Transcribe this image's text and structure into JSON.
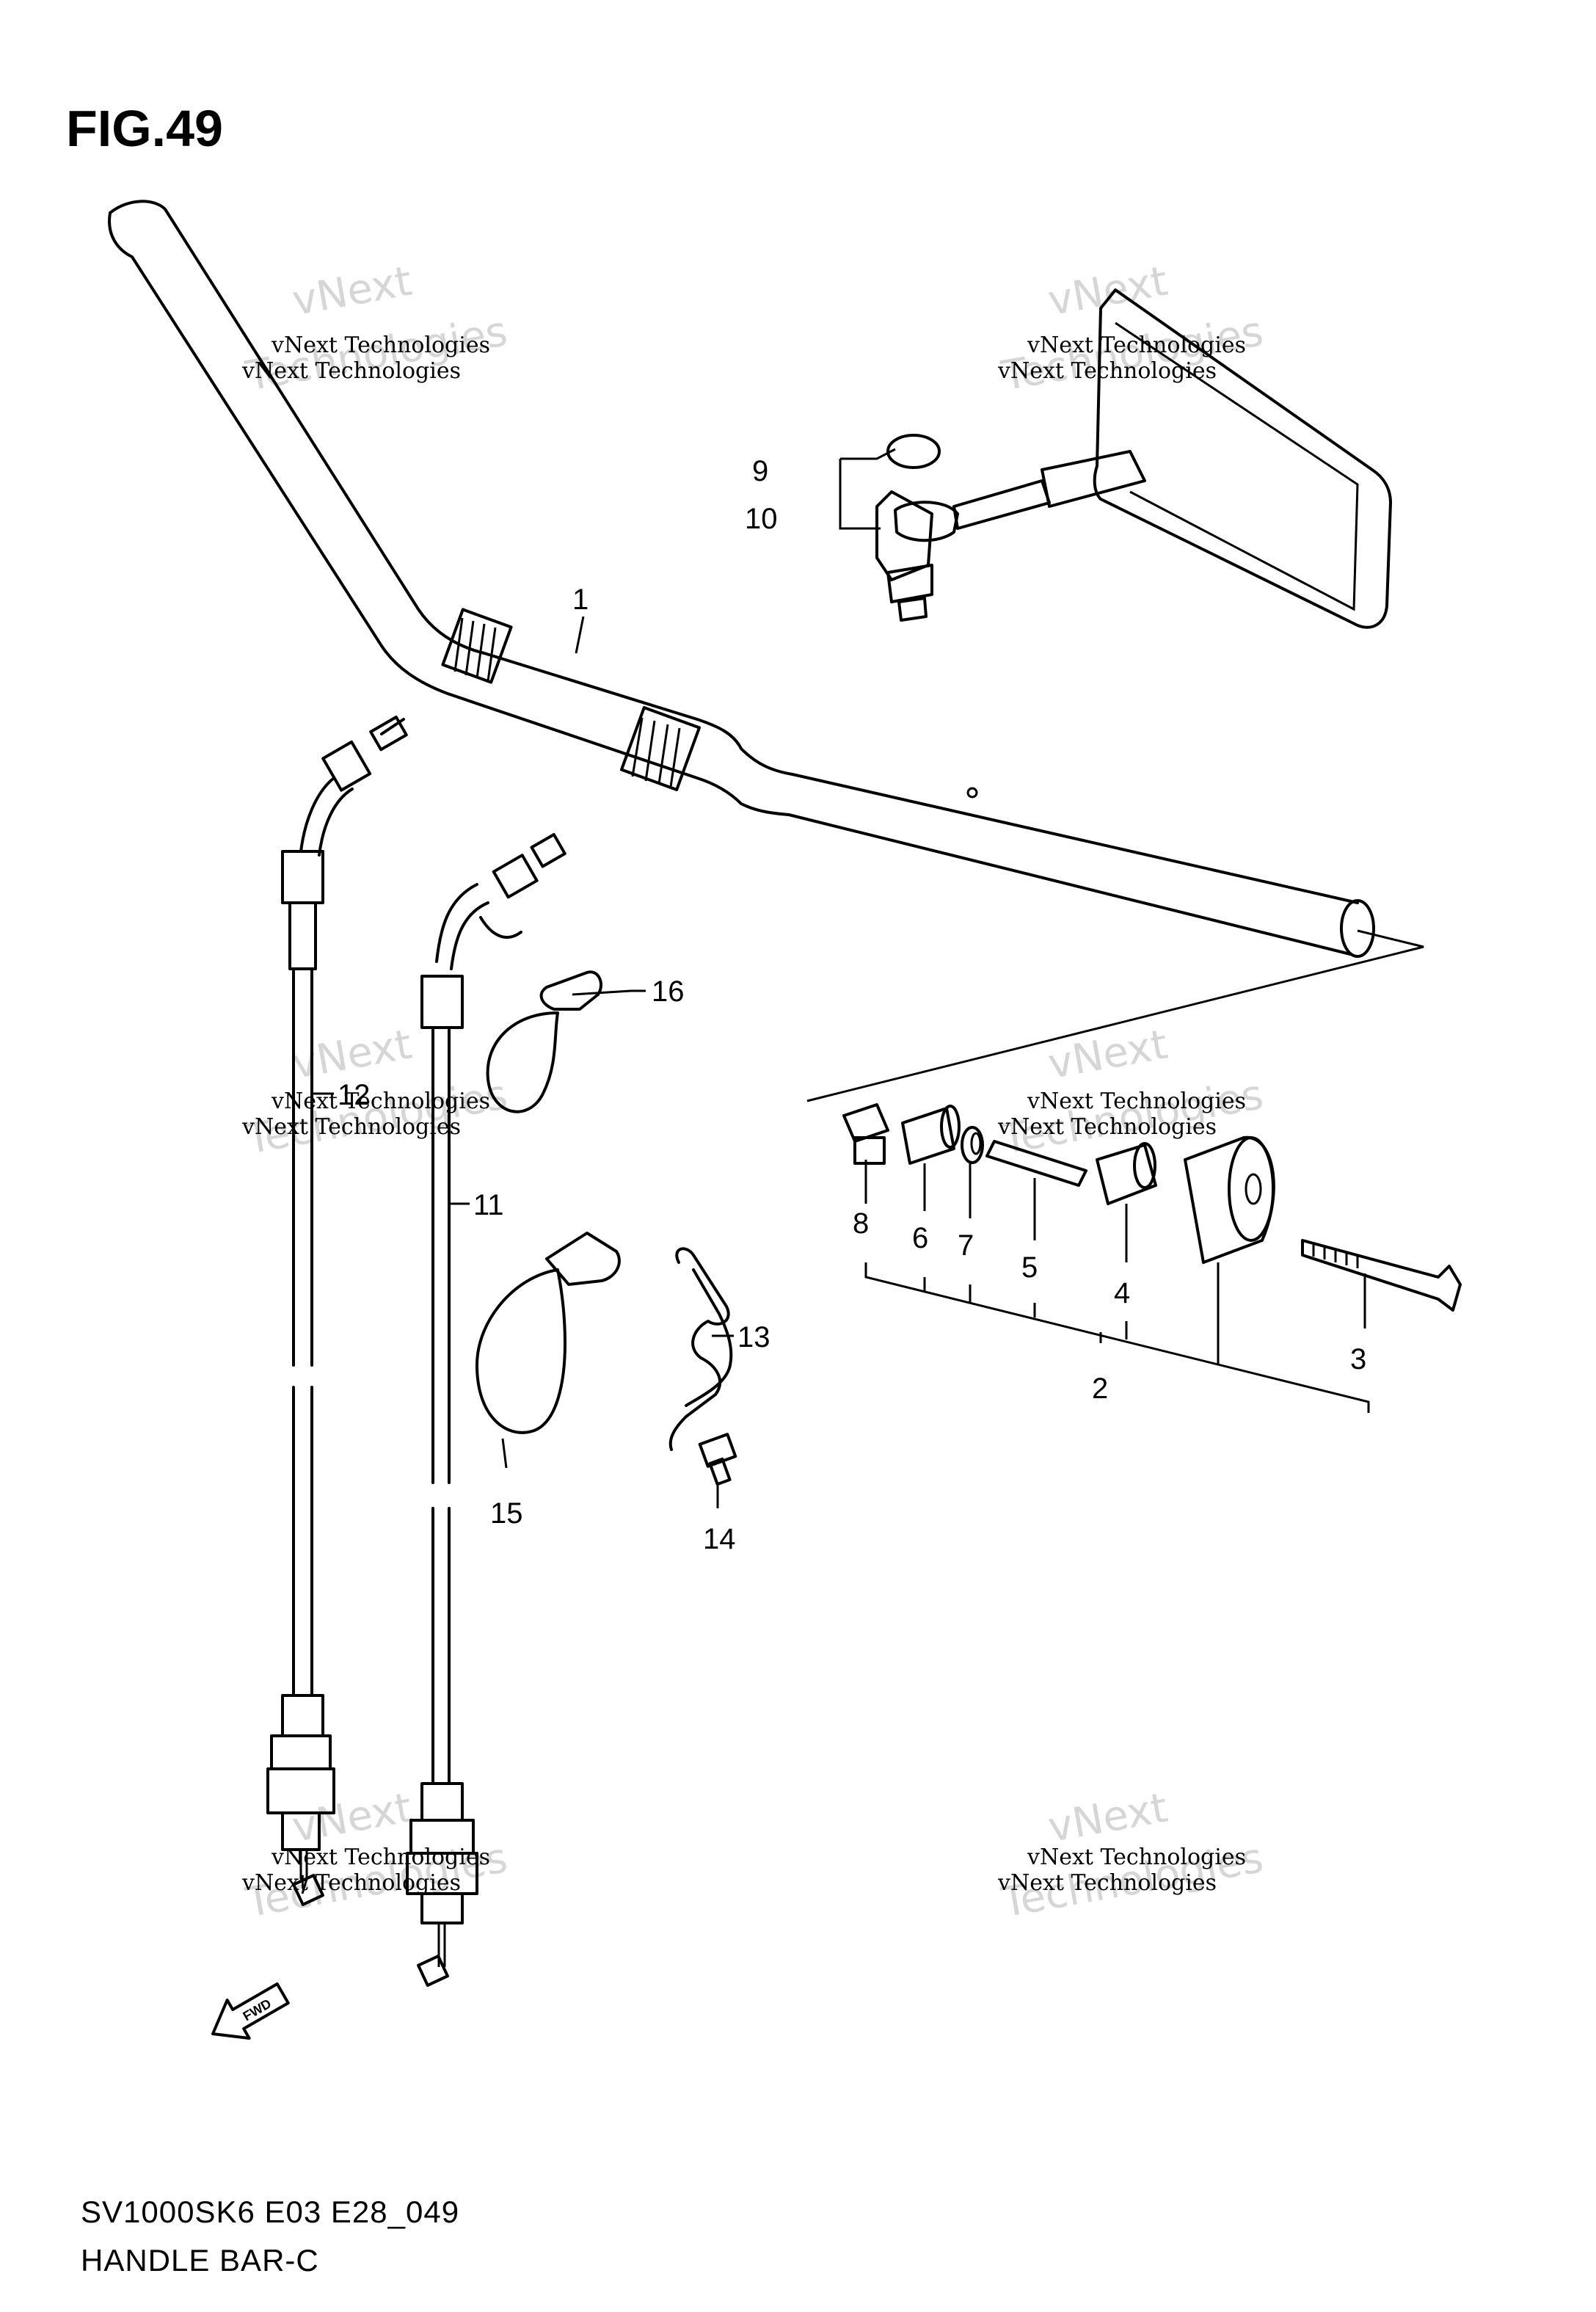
{
  "figure": {
    "title": "FIG.49"
  },
  "footer": {
    "code": "SV1000SK6 E03 E28_049",
    "name": "HANDLE BAR-C"
  },
  "callouts": {
    "c1": "1",
    "c2": "2",
    "c3": "3",
    "c4": "4",
    "c5": "5",
    "c6": "6",
    "c7": "7",
    "c8": "8",
    "c9": "9",
    "c10": "10",
    "c11": "11",
    "c12": "12",
    "c13": "13",
    "c14": "14",
    "c15": "15",
    "c16": "16"
  },
  "arrow": {
    "label": "FWD"
  },
  "watermark": {
    "small": "vNext Technologies",
    "big_top": "vNext",
    "big_bottom": "Technologies"
  }
}
